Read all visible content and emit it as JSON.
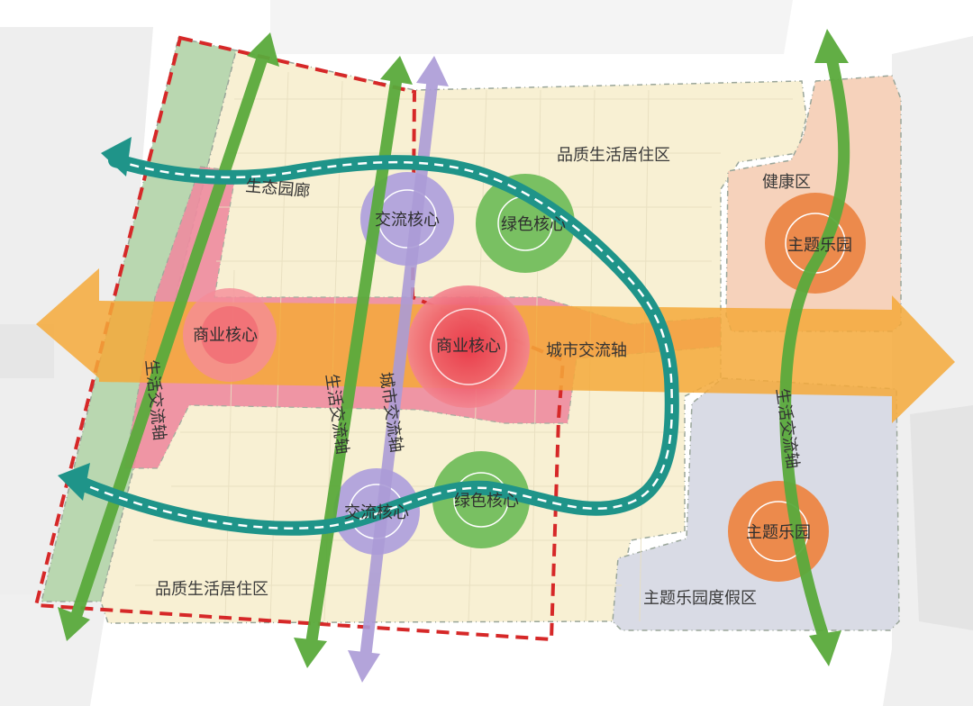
{
  "zones": {
    "residential_north": "品质生活居住区",
    "residential_south": "品质生活居住区",
    "health": "健康区",
    "resort": "主题乐园度假区"
  },
  "cores": {
    "exchange_north": "交流核心",
    "exchange_south": "交流核心",
    "green_north": "绿色核心",
    "green_south": "绿色核心",
    "commercial_west": "商业核心",
    "commercial_center": "商业核心",
    "theme_park_north": "主题乐园",
    "theme_park_south": "主题乐园"
  },
  "axes": {
    "city_axis": "城市交流轴",
    "eco_corridor": "生态园廊",
    "life_axis_west": "生活交流轴",
    "life_axis_mid": "生活交流轴",
    "city_axis_vertical": "城市交流轴",
    "life_axis_east": "生活交流轴"
  },
  "colors": {
    "residential": "#f8f0d3",
    "commercial": "#ef8ca0",
    "health": "#f6d2bb",
    "resort": "#d9dbe5",
    "green_strip": "#b9d7b0",
    "orange_axis": "#f5a93a",
    "green_axis": "#5aaa3c",
    "purple_axis": "#ab9bd6",
    "teal_corridor": "#1f9489",
    "boundary": "#d62828",
    "exchange_core": "#b4a6dc",
    "green_core": "#79c062",
    "commercial_core": "#ee5c6c",
    "theme_core": "#ec8a4c"
  }
}
